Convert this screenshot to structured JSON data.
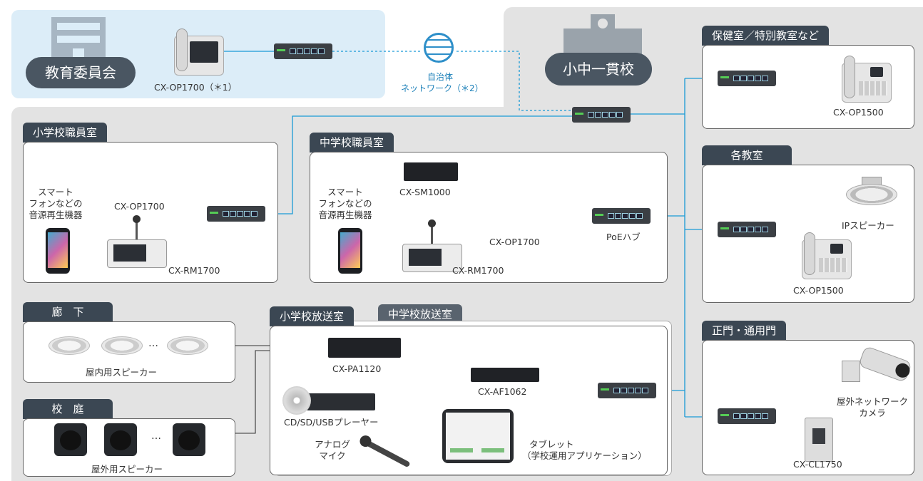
{
  "regions": {
    "board": "教育委員会",
    "school": "小中一貫校"
  },
  "network": {
    "label_line1": "自治体",
    "label_line2": "ネットワーク（＊2）"
  },
  "rooms": {
    "elem_staff": "小学校職員室",
    "jr_staff": "中学校職員室",
    "corridor": "廊　下",
    "yard": "校　庭",
    "elem_broadcast": "小学校放送室",
    "jr_broadcast": "中学校放送室",
    "health": "保健室／特別教室など",
    "classroom": "各教室",
    "gate": "正門・通用門"
  },
  "devices": {
    "board_op": "CX-OP1700（＊1）",
    "elem_op": "CX-OP1700",
    "elem_rm": "CX-RM1700",
    "elem_smart": [
      "スマート",
      "フォンなどの",
      "音源再生機器"
    ],
    "jr_sm": "CX-SM1000",
    "jr_op": "CX-OP1700",
    "jr_rm": "CX-RM1700",
    "jr_poe": "PoEハブ",
    "jr_smart": [
      "スマート",
      "フォンなどの",
      "音源再生機器"
    ],
    "corridor_spk": "屋内用スピーカー",
    "yard_spk": "屋外用スピーカー",
    "pa": "CX-PA1120",
    "af": "CX-AF1062",
    "cd": "CD/SD/USBプレーヤー",
    "mic": [
      "アナログ",
      "マイク"
    ],
    "tablet": [
      "タブレット",
      "（学校運用アプリケーション）"
    ],
    "health_op": "CX-OP1500",
    "ip_spk": "IPスピーカー",
    "class_op": "CX-OP1500",
    "cam": [
      "屋外ネットワーク",
      "カメラ"
    ],
    "cl": "CX-CL1750",
    "ellipsis": "…"
  },
  "colors": {
    "wire": "#1a9ad6",
    "wire_black": "#333333",
    "tab": "#3b4753",
    "region_pill": "#4a5662"
  }
}
